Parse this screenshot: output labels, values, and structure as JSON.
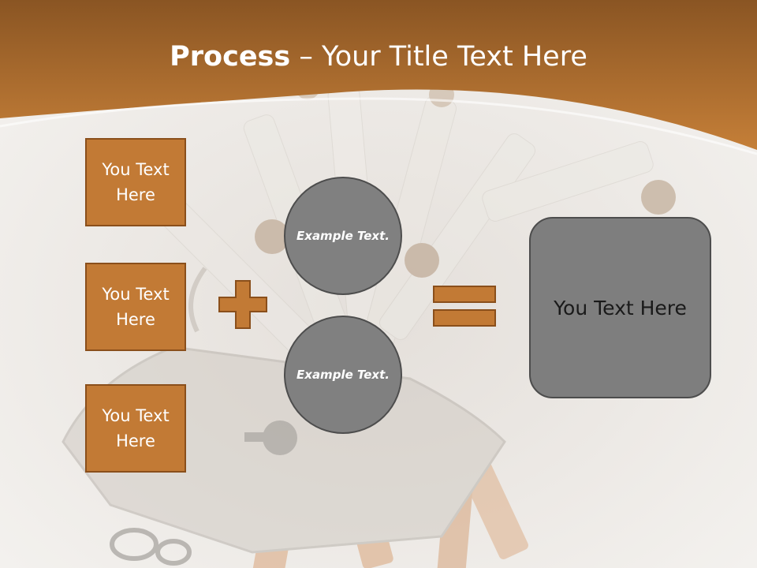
{
  "title": {
    "bold": "Process",
    "rest": " – Your Title Text Here"
  },
  "left_boxes": [
    {
      "text": "You Text Here"
    },
    {
      "text": "You Text Here"
    },
    {
      "text": "You Text Here"
    }
  ],
  "circles": [
    {
      "text": "Example Text."
    },
    {
      "text": "Example Text."
    }
  ],
  "result": {
    "text": "You Text Here"
  },
  "colors": {
    "accent": "#c27a35",
    "accent_border": "#8a4f1b",
    "header_top": "#8a5523",
    "header_bottom": "#c57f38",
    "circle_fill": "#808080",
    "result_fill": "#7e7e7e"
  },
  "icons": {
    "operator_1": "plus-icon",
    "operator_2": "equals-icon"
  }
}
